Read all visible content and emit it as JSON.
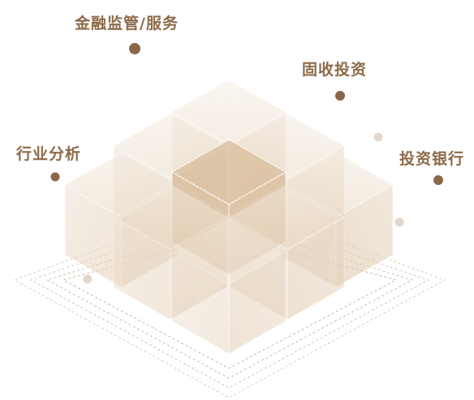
{
  "labels": {
    "finance_regulation": "金融监管/服务",
    "fixed_income": "固收投资",
    "industry_analysis": "行业分析",
    "investment_banking": "投资银行"
  },
  "colors": {
    "label_text": "#8c6a48",
    "pin_strong": "#8b6747",
    "pin_faint": "#e3d7ca",
    "cube_face": "#e9d7c0",
    "cube_center": "#d7b894",
    "dashed_line": "#b9a48d"
  }
}
